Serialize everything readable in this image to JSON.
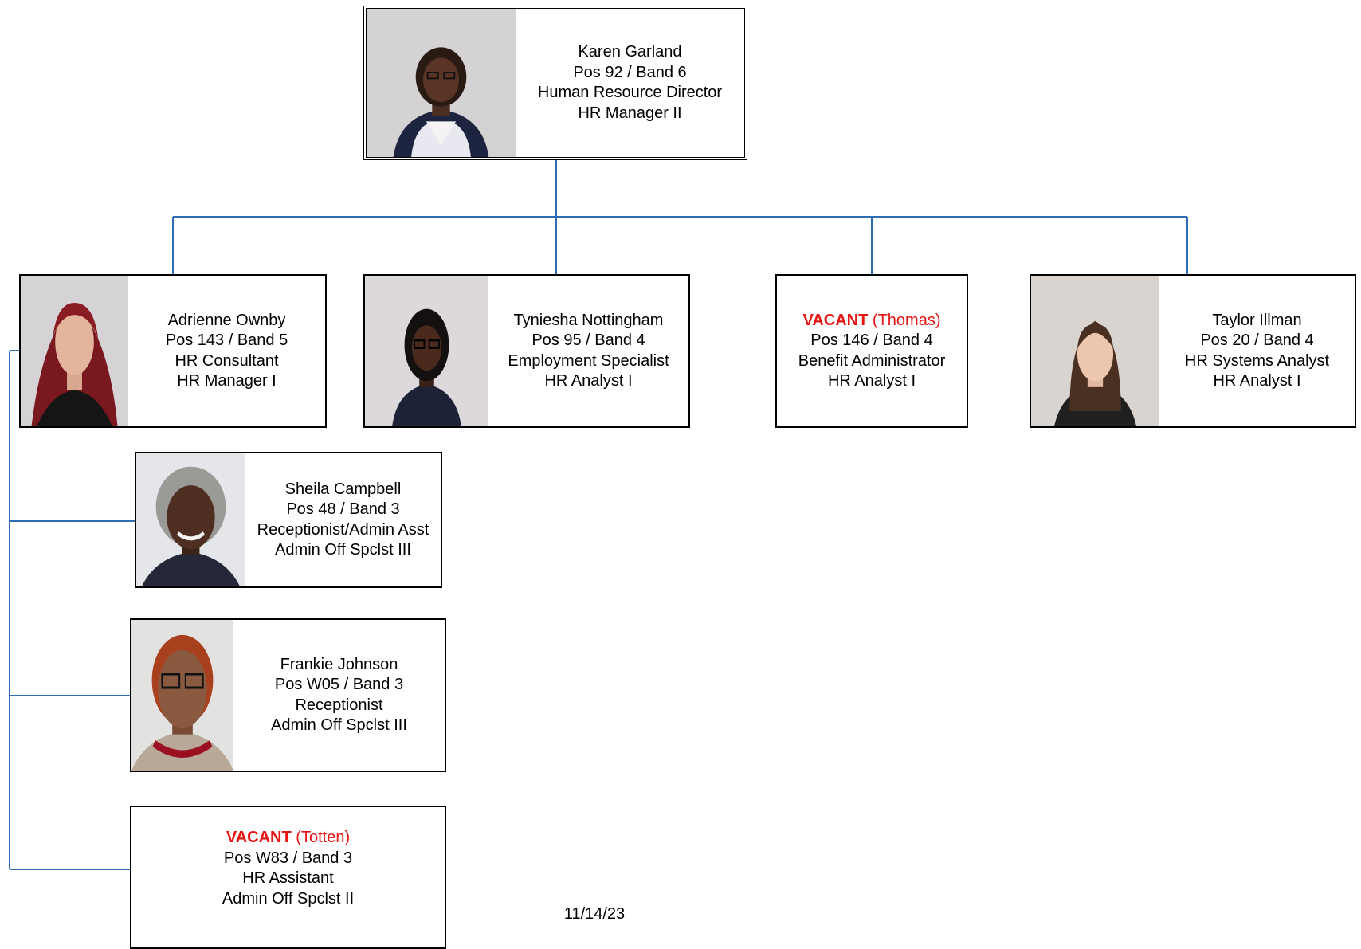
{
  "connector_color": "#2e6db4",
  "vacant_color": "#e81414",
  "director": {
    "name": "Karen Garland",
    "position": "Pos 92 / Band 6",
    "title": "Human Resource Director",
    "classification": "HR Manager II"
  },
  "reports": [
    {
      "name": "Adrienne Ownby",
      "position": "Pos 143 / Band 5",
      "title": "HR Consultant",
      "classification": "HR Manager I"
    },
    {
      "name": "Tyniesha Nottingham",
      "position": "Pos 95 / Band 4",
      "title": "Employment Specialist",
      "classification": "HR Analyst I"
    },
    {
      "vacant_word": "VACANT",
      "vacant_note": "(Thomas)",
      "position": "Pos 146 / Band 4",
      "title": "Benefit Administrator",
      "classification": "HR Analyst I"
    },
    {
      "name": "Taylor Illman",
      "position": "Pos 20 / Band 4",
      "title": "HR Systems Analyst",
      "classification": "HR Analyst I"
    }
  ],
  "sub_reports": [
    {
      "name": "Sheila Campbell",
      "position": "Pos 48 / Band 3",
      "title": "Receptionist/Admin Asst",
      "classification": "Admin Off Spclst III"
    },
    {
      "name": "Frankie Johnson",
      "position": "Pos W05 / Band 3",
      "title": "Receptionist",
      "classification": "Admin Off Spclst III"
    },
    {
      "vacant_word": "VACANT",
      "vacant_note": "(Totten)",
      "position": "Pos W83 / Band 3",
      "title": "HR Assistant",
      "classification": "Admin Off Spclst II"
    }
  ],
  "footer": {
    "date": "11/14/23"
  }
}
